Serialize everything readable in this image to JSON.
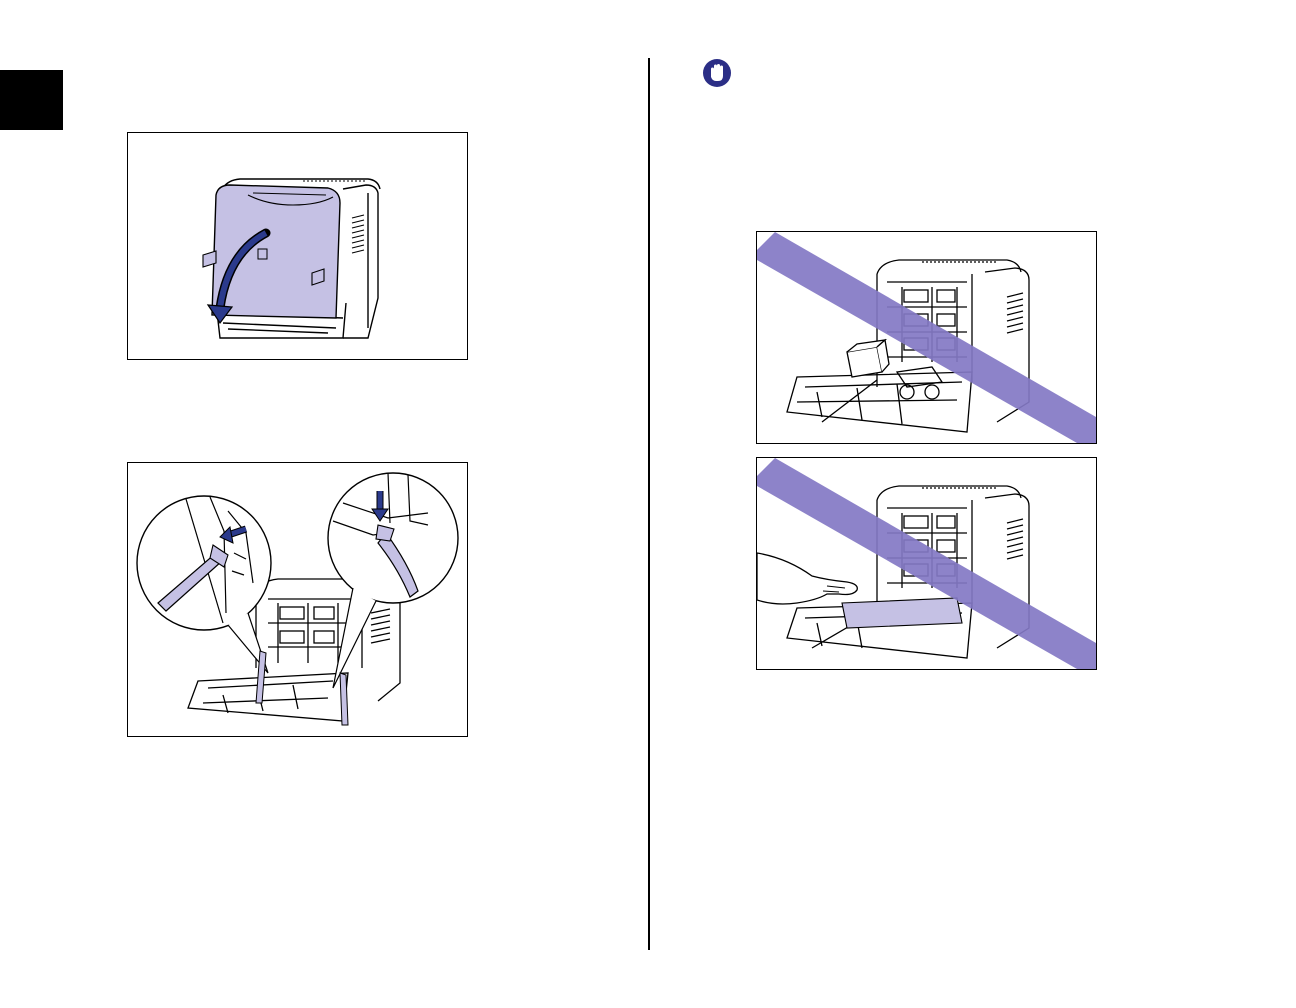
{
  "colors": {
    "ink": "#000000",
    "lavender": "#c5c1e4",
    "purple_bar": "#8378c4",
    "icon_blue": "#2b2e86"
  },
  "icons": {
    "important": "stop-hand-icon"
  },
  "figures": {
    "fig1": "open-front-cover",
    "fig2": "pull-straps",
    "fig3": "do-not-place-objects",
    "fig4": "do-not-touch-belt"
  }
}
